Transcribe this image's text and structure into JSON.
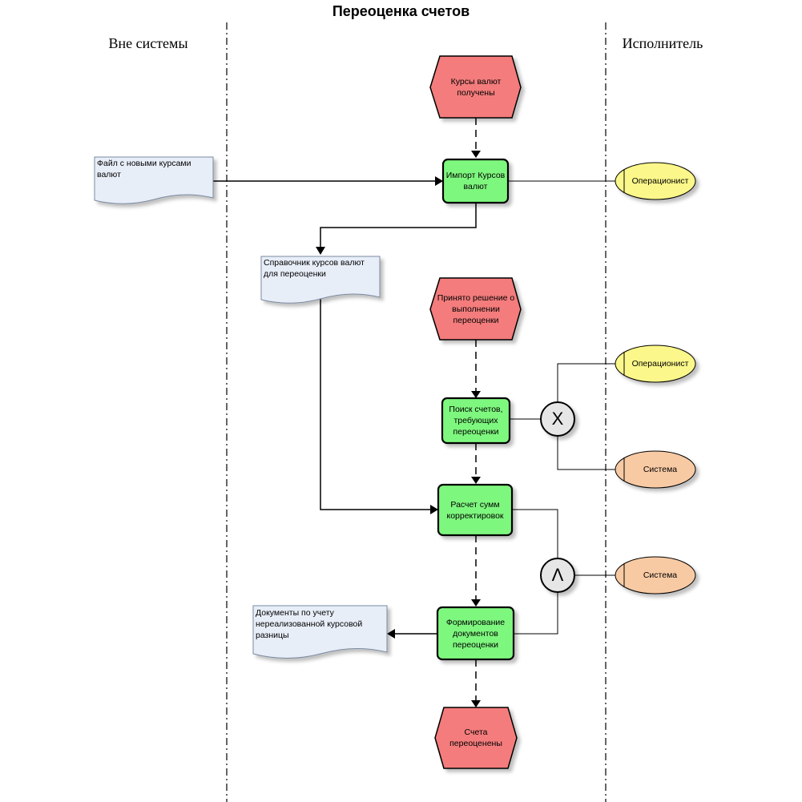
{
  "title": "Переоценка счетов",
  "lanes": {
    "left": "Вне системы",
    "right": "Исполнитель"
  },
  "events": {
    "rates_received": "Курсы валют получены",
    "decision_made": "Принято решение о выполнении переоценки",
    "accounts_revalued": "Счета переоценены"
  },
  "functions": {
    "import_rates": "Импорт Курсов валют",
    "search_accounts": "Поиск счетов, требующих переоценки",
    "calc_amounts": "Расчет сумм корректировок",
    "form_docs": "Формирование документов переоценки"
  },
  "documents": {
    "rates_file": "Файл с новыми курсами валют",
    "rates_reference": "Справочник курсов валют для переоценки",
    "fx_docs": "Документы по учету нереализованной курсовой разницы"
  },
  "roles": {
    "operator_1": "Операционист",
    "operator_2": "Операционист",
    "system_1": "Система",
    "system_2": "Система"
  },
  "operators": {
    "xor": "X",
    "and": "Λ"
  },
  "colors": {
    "event_fill": "#f47b7b",
    "function_fill": "#7ef77e",
    "document_fill": "#e8eef8",
    "operator_role_fill": "#fbf78a",
    "system_role_fill": "#f8caa4",
    "connector_fill": "#e6e6e6"
  }
}
